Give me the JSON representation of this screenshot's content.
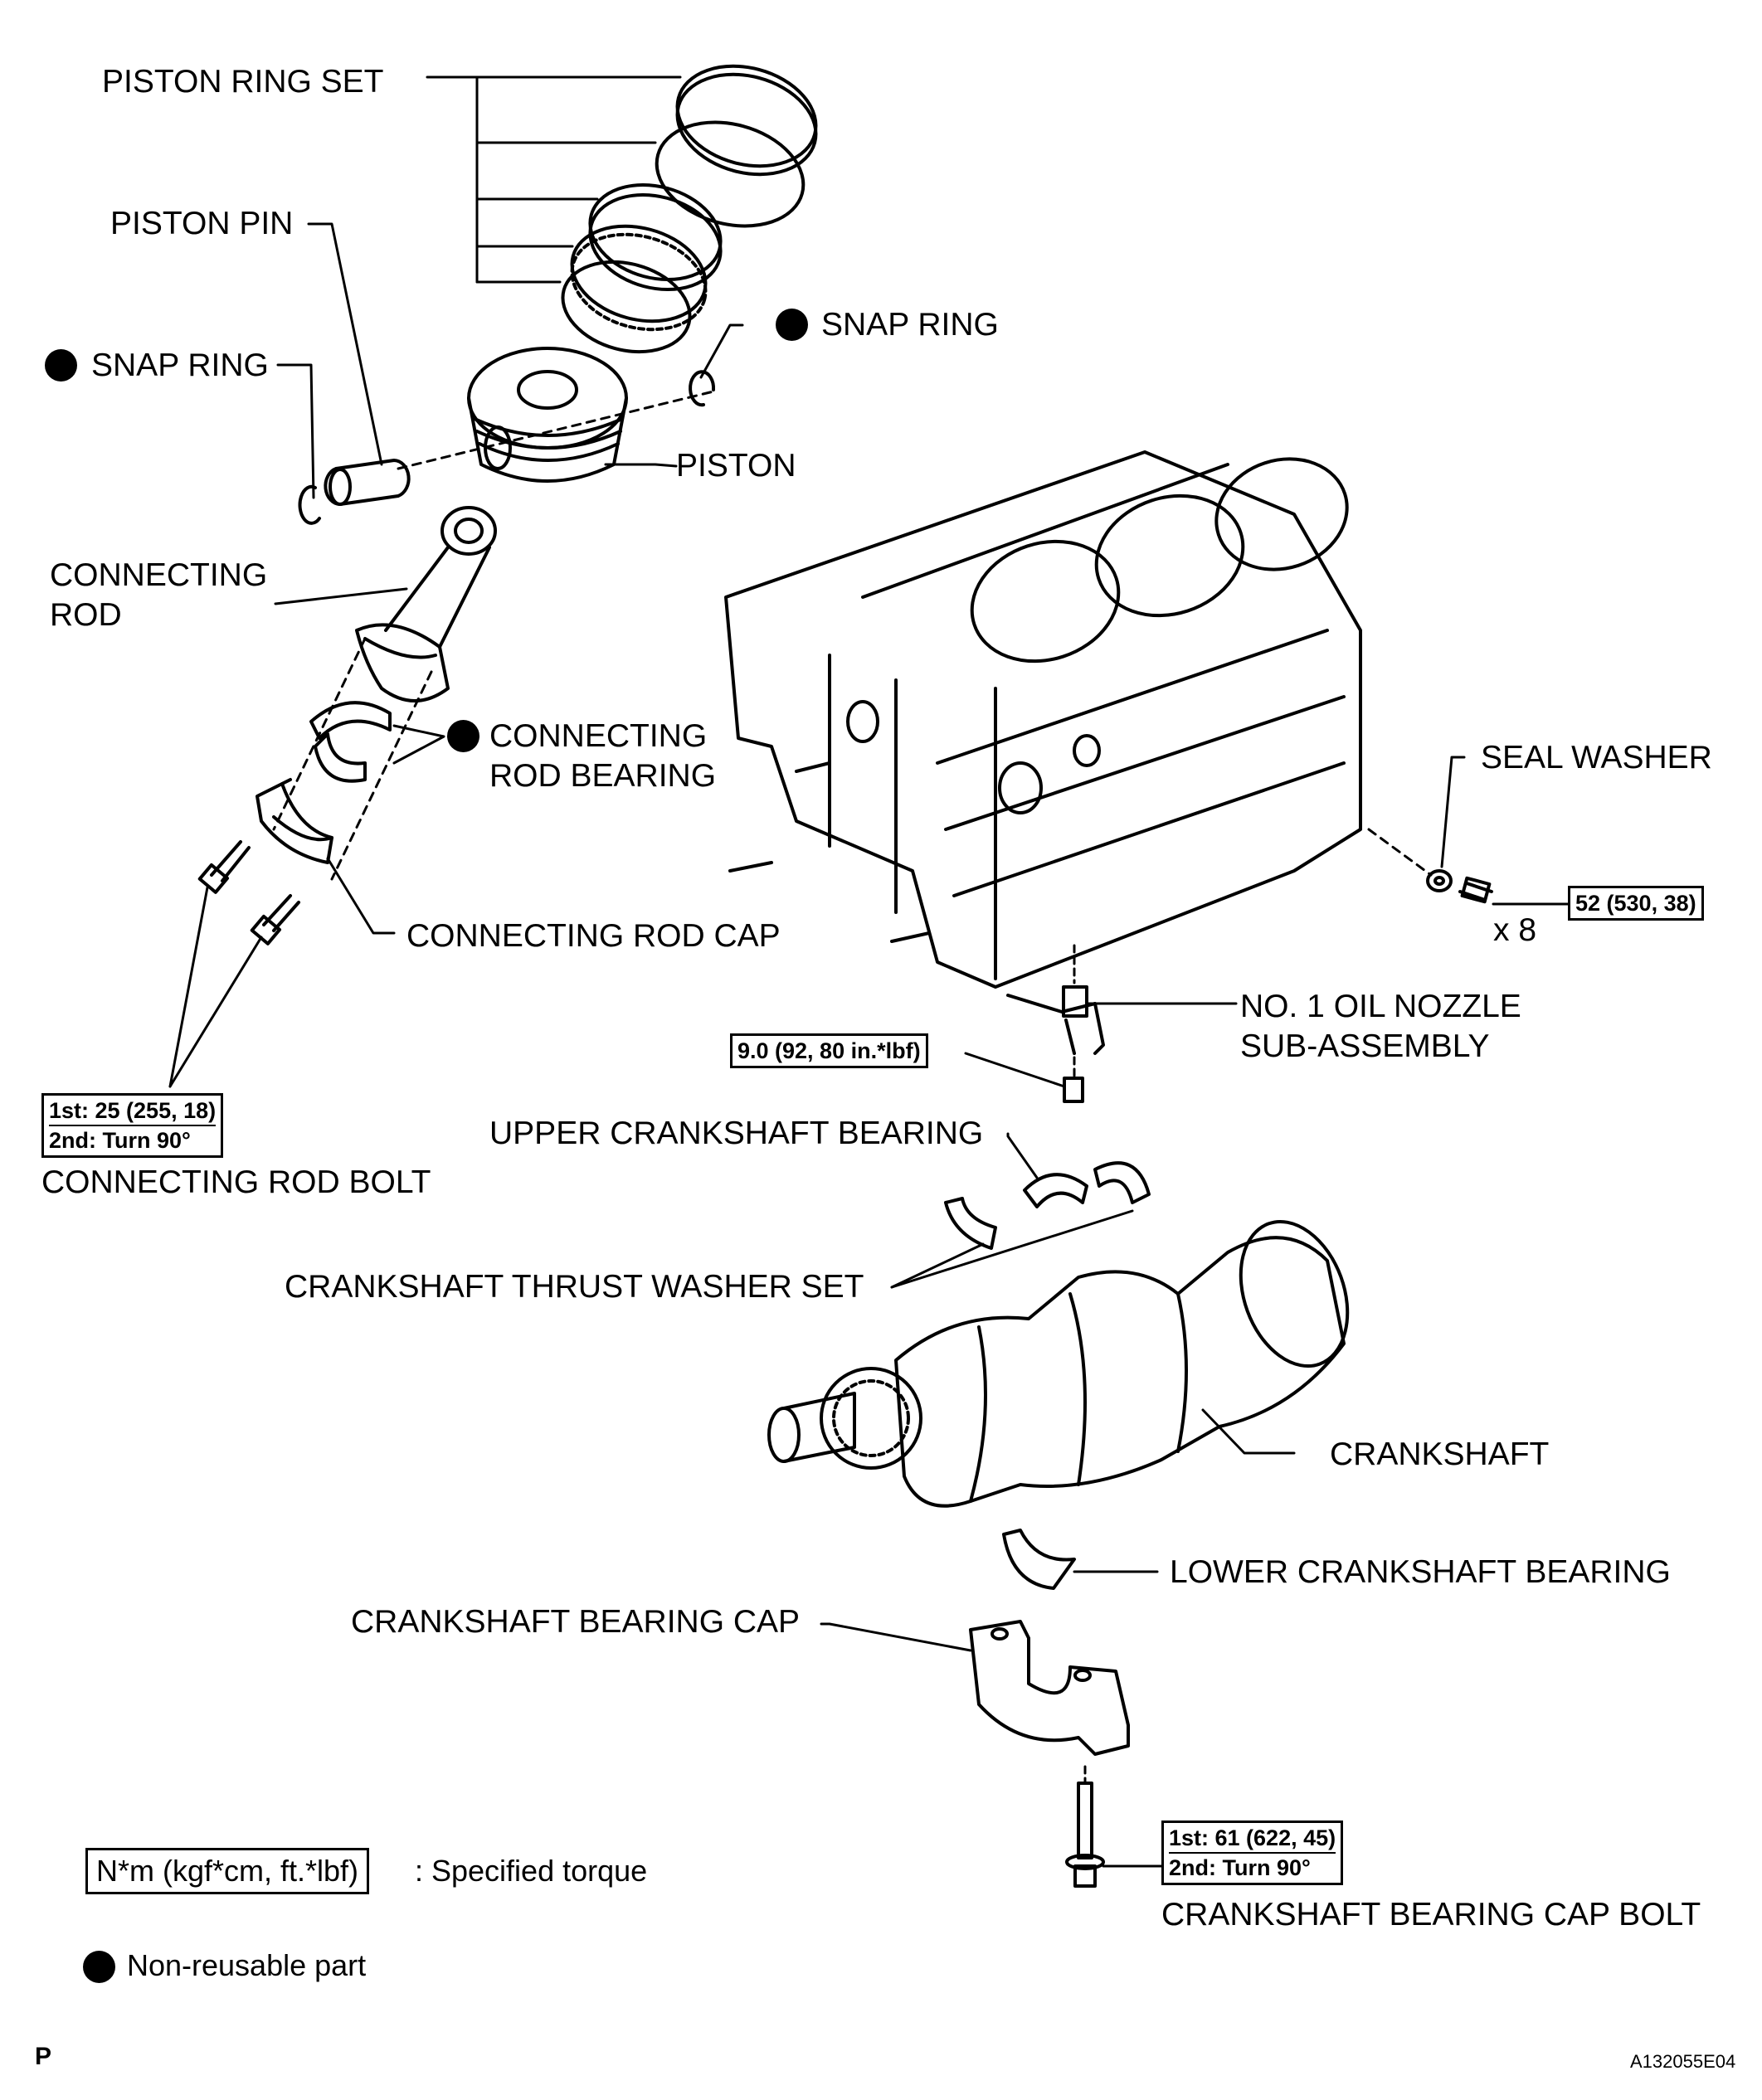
{
  "labels": {
    "piston_ring_set": "PISTON RING SET",
    "piston_pin": "PISTON PIN",
    "snap_ring_left": "SNAP RING",
    "snap_ring_right": "SNAP RING",
    "piston": "PISTON",
    "connecting_rod_line1": "CONNECTING",
    "connecting_rod_line2": "ROD",
    "con_rod_bearing_line1": "CONNECTING",
    "con_rod_bearing_line2": "ROD BEARING",
    "connecting_rod_cap": "CONNECTING ROD CAP",
    "connecting_rod_bolt": "CONNECTING ROD BOLT",
    "seal_washer": "SEAL WASHER",
    "x8": "x 8",
    "oil_nozzle_line1": "NO. 1 OIL NOZZLE",
    "oil_nozzle_line2": "SUB-ASSEMBLY",
    "upper_crank_bearing": "UPPER CRANKSHAFT BEARING",
    "thrust_washer_set": "CRANKSHAFT THRUST WASHER SET",
    "crankshaft": "CRANKSHAFT",
    "lower_crank_bearing": "LOWER CRANKSHAFT BEARING",
    "bearing_cap": "CRANKSHAFT BEARING CAP",
    "bearing_cap_bolt": "CRANKSHAFT BEARING CAP BOLT"
  },
  "torque": {
    "con_rod_bolt_1": "1st: 25 (255, 18)",
    "con_rod_bolt_2": "2nd: Turn 90°",
    "seal_washer_bolt": "52 (530, 38)",
    "oil_nozzle_bolt": "9.0 (92, 80 in.*lbf)",
    "cap_bolt_1": "1st: 61 (622, 45)",
    "cap_bolt_2": "2nd: Turn 90°"
  },
  "legend": {
    "torque_units": "N*m (kgf*cm, ft.*lbf)",
    "torque_desc": ": Specified torque",
    "non_reusable": "Non-reusable part"
  },
  "footer": {
    "left_mark": "P",
    "figure_id": "A132055E04"
  },
  "colors": {
    "ink": "#000000",
    "paper": "#ffffff"
  }
}
